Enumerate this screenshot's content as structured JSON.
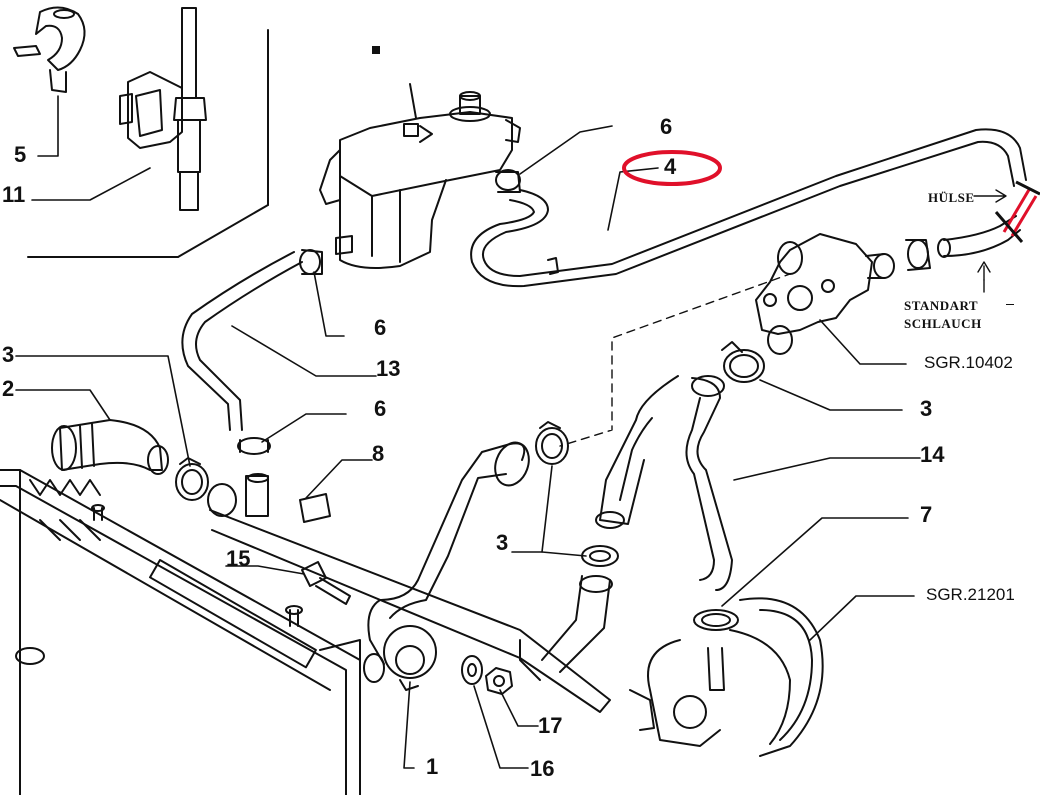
{
  "labels": {
    "p1": "1",
    "p2": "2",
    "p3a": "3",
    "p3b": "3",
    "p3c": "3",
    "p4": "4",
    "p5": "5",
    "p6a": "6",
    "p6b": "6",
    "p6c": "6",
    "p7": "7",
    "p8": "8",
    "p11": "11",
    "p13": "13",
    "p14": "14",
    "p15": "15",
    "p16": "16",
    "p17": "17"
  },
  "references": {
    "thermostat": "SGR.10402",
    "pump": "SGR.21201"
  },
  "annotations": {
    "sleeve": "HÜLSE",
    "standard_hose_line1": "STANDART",
    "standard_hose_line2": "SCHLAUCH"
  },
  "colors": {
    "highlight": "#e0102a",
    "ink": "#111111"
  }
}
